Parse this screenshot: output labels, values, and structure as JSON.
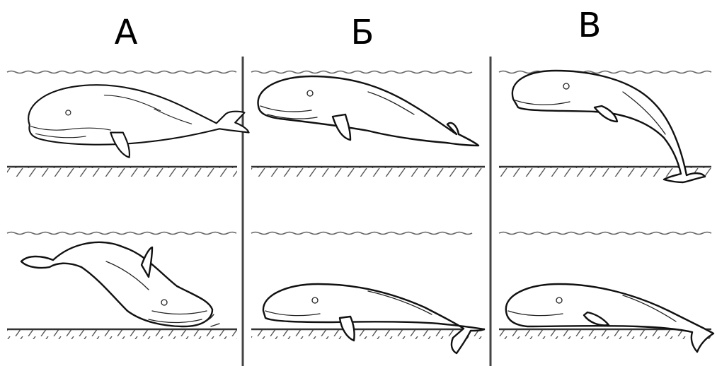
{
  "columns": [
    {
      "id": "a",
      "label": "А"
    },
    {
      "id": "b",
      "label": "Б"
    },
    {
      "id": "c",
      "label": "В"
    }
  ]
}
